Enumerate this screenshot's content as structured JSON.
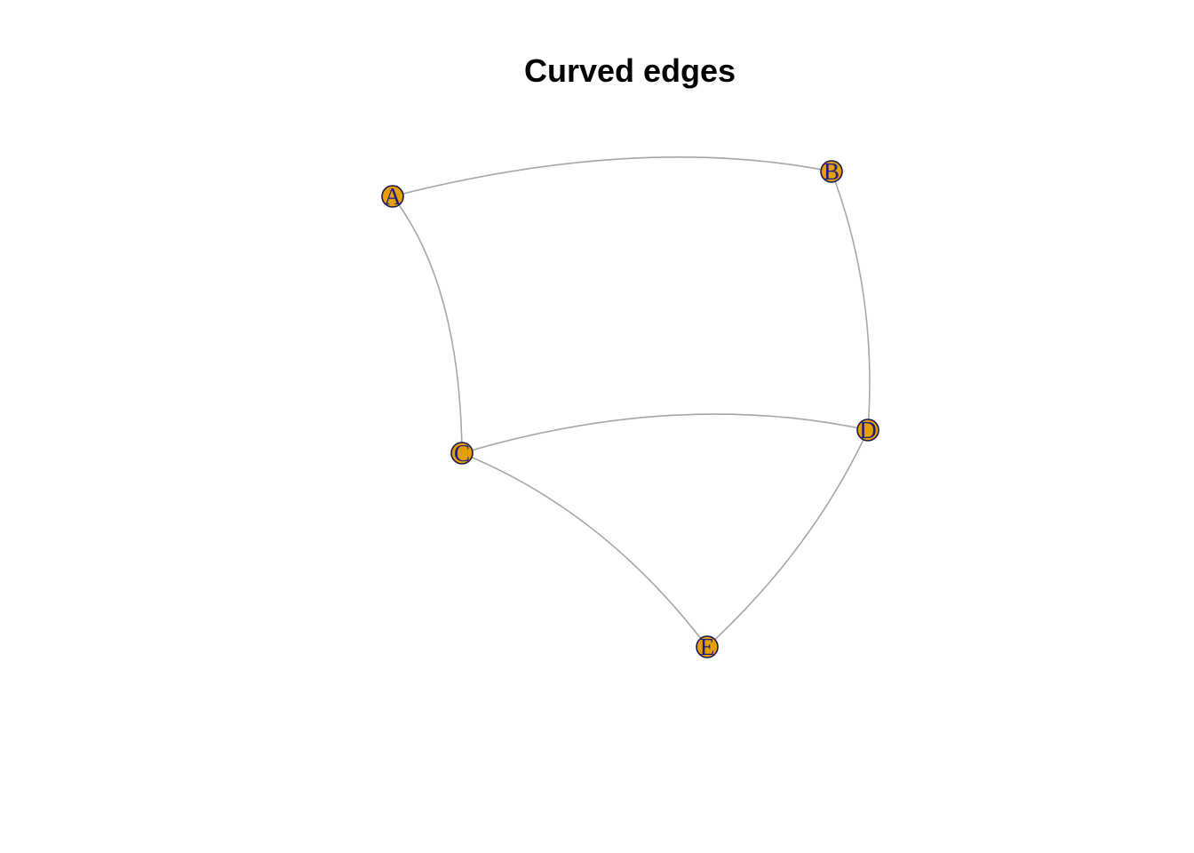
{
  "title": "Curved edges",
  "graph": {
    "colors": {
      "vertex_fill": "#e69f00",
      "vertex_border": "#1a1a4e",
      "label": "#1a1a8c",
      "edge": "#a6a6a6"
    },
    "vertices": [
      "A",
      "B",
      "C",
      "D",
      "E"
    ],
    "edges": [
      [
        "A",
        "B"
      ],
      [
        "A",
        "C"
      ],
      [
        "B",
        "D"
      ],
      [
        "C",
        "D"
      ],
      [
        "C",
        "E"
      ],
      [
        "D",
        "E"
      ]
    ]
  }
}
